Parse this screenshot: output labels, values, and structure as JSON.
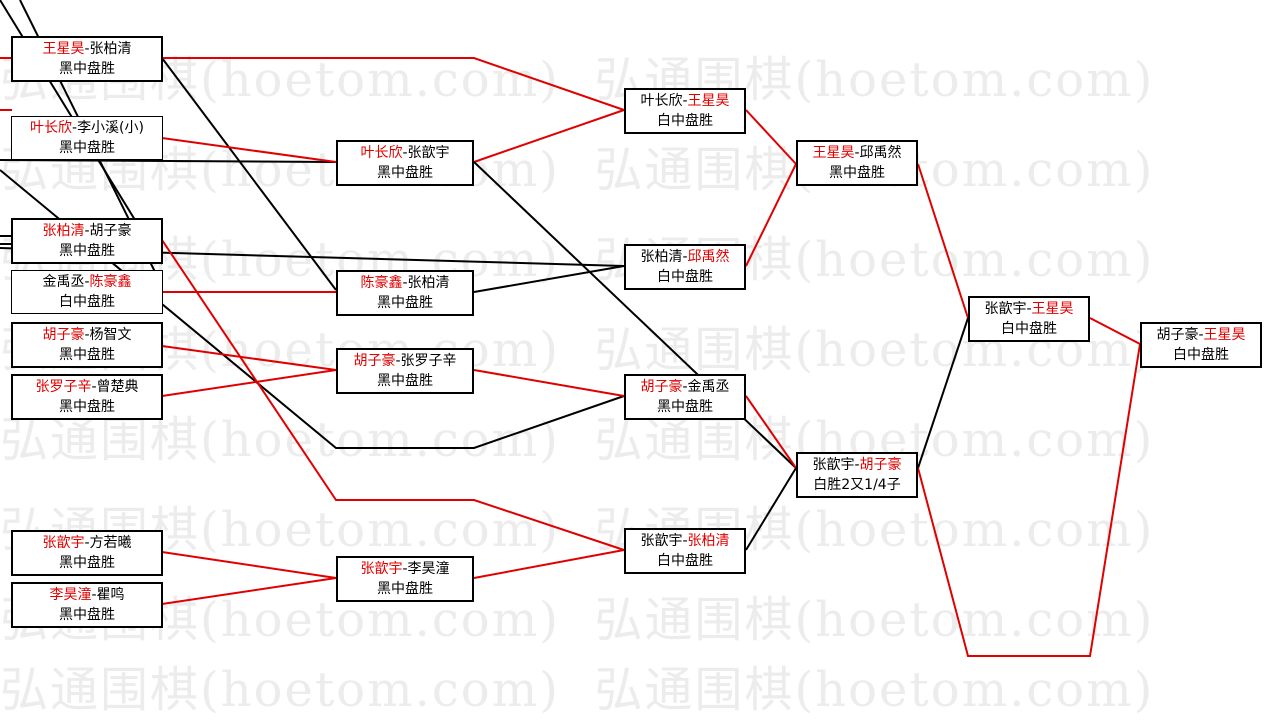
{
  "watermark": "弘通围棋(hoetom.com)",
  "colors": {
    "winner": "#e00000",
    "line_win": "#e00000",
    "line_lose": "#000000"
  },
  "round1": [
    {
      "p1": "王星昊",
      "sep": "-",
      "p2": "张柏清",
      "result": "黑中盘胜",
      "winner": "p1"
    },
    {
      "p1": "叶长欣",
      "sep": "-",
      "p2": "李小溪(小)",
      "result": "黑中盘胜",
      "winner": "p1"
    },
    {
      "p1": "张柏清",
      "sep": "-",
      "p2": "胡子豪",
      "result": "黑中盘胜",
      "winner": "p1"
    },
    {
      "p1": "金禹丞",
      "sep": "-",
      "p2": "陈豪鑫",
      "result": "白中盘胜",
      "winner": "p2"
    },
    {
      "p1": "胡子豪",
      "sep": "-",
      "p2": "杨智文",
      "result": "黑中盘胜",
      "winner": "p1"
    },
    {
      "p1": "张罗子辛",
      "sep": "-",
      "p2": "曾楚典",
      "result": "黑中盘胜",
      "winner": "p1"
    },
    {
      "p1": "张歆宇",
      "sep": "-",
      "p2": "方若曦",
      "result": "黑中盘胜",
      "winner": "p1"
    },
    {
      "p1": "李昊潼",
      "sep": "-",
      "p2": "瞿鸣",
      "result": "黑中盘胜",
      "winner": "p1"
    }
  ],
  "round2": [
    {
      "p1": "叶长欣",
      "sep": "-",
      "p2": "张歆宇",
      "result": "黑中盘胜",
      "winner": "p1"
    },
    {
      "p1": "陈豪鑫",
      "sep": "-",
      "p2": "张柏清",
      "result": "黑中盘胜",
      "winner": "p1"
    },
    {
      "p1": "胡子豪",
      "sep": "-",
      "p2": "张罗子辛",
      "result": "黑中盘胜",
      "winner": "p1"
    },
    {
      "p1": "张歆宇",
      "sep": "-",
      "p2": "李昊潼",
      "result": "黑中盘胜",
      "winner": "p1"
    }
  ],
  "round3": [
    {
      "p1": "叶长欣",
      "sep": "-",
      "p2": "王星昊",
      "result": "白中盘胜",
      "winner": "p2"
    },
    {
      "p1": "张柏清",
      "sep": "-",
      "p2": "邱禹然",
      "result": "白中盘胜",
      "winner": "p2"
    },
    {
      "p1": "胡子豪",
      "sep": "-",
      "p2": "金禹丞",
      "result": "黑中盘胜",
      "winner": "p1"
    },
    {
      "p1": "张歆宇",
      "sep": "-",
      "p2": "张柏清",
      "result": "白中盘胜",
      "winner": "p2"
    }
  ],
  "round4": [
    {
      "p1": "王星昊",
      "sep": "-",
      "p2": "邱禹然",
      "result": "黑中盘胜",
      "winner": "p1"
    },
    {
      "p1": "张歆宇",
      "sep": "-",
      "p2": "胡子豪",
      "result": "白胜2又1/4子",
      "winner": "p2"
    }
  ],
  "round5": [
    {
      "p1": "张歆宇",
      "sep": "-",
      "p2": "王星昊",
      "result": "白中盘胜",
      "winner": "p2"
    }
  ],
  "round6": [
    {
      "p1": "胡子豪",
      "sep": "-",
      "p2": "王星昊",
      "result": "白中盘胜",
      "winner": "p2"
    }
  ]
}
